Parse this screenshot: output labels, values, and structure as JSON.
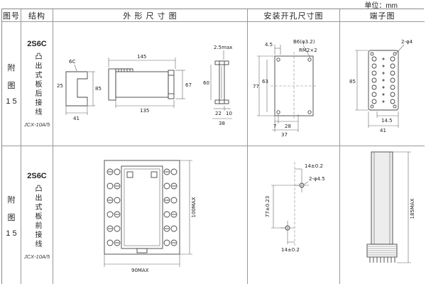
{
  "unit_label": "单位：mm",
  "header": {
    "fig_no": "图号",
    "structure": "结构",
    "outline": "外 形 尺 寸 图",
    "mounting": "安装开孔尺寸图",
    "terminal": "端子图"
  },
  "row1": {
    "fig": {
      "char1": "附",
      "char2": "图",
      "num": "1 5"
    },
    "structure": {
      "model": "2S6C",
      "desc": "凸出式板后接线",
      "type": "JCX-10A/5"
    },
    "outline": {
      "d_6c": "6C",
      "d_25": "25",
      "d_85": "85",
      "d_41": "41",
      "d_145": "145",
      "d_135": "135",
      "d_67": "67",
      "d_25max": "2.5max",
      "d_60": "60",
      "d_22": "22",
      "d_10": "10",
      "d_38": "38"
    },
    "mounting": {
      "d_45": "4.5",
      "d_b6": "B6(φ3.2)",
      "d_rm": "RM2×2",
      "d_77": "77",
      "d_63": "63",
      "d_7": "7",
      "d_28": "28",
      "d_37": "37"
    },
    "terminal": {
      "d_2phi4": "2-φ4",
      "d_85": "85",
      "d_145": "14.5",
      "d_41": "41"
    }
  },
  "row2": {
    "fig": {
      "char1": "附",
      "char2": "图",
      "num": "1 5"
    },
    "structure": {
      "model": "2S6C",
      "desc": "凸出式板前接线",
      "type": "JCX-10A/5"
    },
    "outline": {
      "d_100max": "100MAX",
      "d_90max": "90MAX"
    },
    "mounting": {
      "d_14top": "14±0.2",
      "d_2phi45": "2-φ4.5",
      "d_77": "77±0.23",
      "d_14bot": "14±0.2"
    },
    "terminal": {
      "d_185max": "185MAX"
    }
  }
}
